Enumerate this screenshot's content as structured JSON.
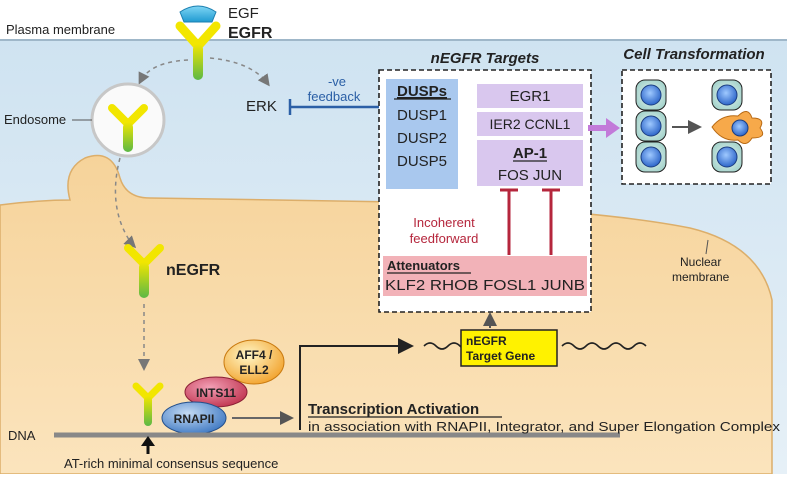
{
  "labels": {
    "plasma_membrane": "Plasma membrane",
    "egf": "EGF",
    "egfr": "EGFR",
    "endosome": "Endosome",
    "erk": "ERK",
    "neg_feedback_1": "-ve",
    "neg_feedback_2": "feedback",
    "negfr": "nEGFR",
    "nuclear_membrane_1": "Nuclear",
    "nuclear_membrane_2": "membrane",
    "dna": "DNA",
    "at_rich": "AT-rich minimal consensus sequence"
  },
  "targets_panel": {
    "title": "nEGFR Targets",
    "dusps": {
      "header": "DUSPs",
      "items": [
        "DUSP1",
        "DUSP2",
        "DUSP5"
      ]
    },
    "egr1": "EGR1",
    "ier2_ccnl1": "IER2 CCNL1",
    "ap1": {
      "header": "AP-1",
      "genes": "FOS JUN"
    },
    "incoherent_1": "Incoherent",
    "incoherent_2": "feedforward",
    "attenuators": {
      "header": "Attenuators",
      "genes": "KLF2 RHOB FOSL1 JUNB"
    }
  },
  "cell_transformation": {
    "title": "Cell Transformation"
  },
  "target_gene": {
    "line1": "nEGFR",
    "line2": "Target Gene"
  },
  "complexes": {
    "aff4_1": "AFF4 /",
    "aff4_2": "ELL2",
    "ints11": "INTS11",
    "rnapii": "RNAPII"
  },
  "transcription": {
    "title": "Transcription Activation",
    "subtitle": "in association with RNAPII, Integrator, and Super Elongation Complex"
  },
  "colors": {
    "cytoplasm": "#dcebf5",
    "nucleus": "#f8d9a3",
    "dusp_box": "#a9c8ee",
    "target_box": "#d9c7ee",
    "attenuator_box": "#f2b2b8",
    "inhibit_red": "#b5263c",
    "inhibit_blue": "#2b5fa6",
    "egfr_yellow": "#f2e600",
    "egfr_green": "#5cb846",
    "egf_blue": "#3fb6e6",
    "gene_yellow": "#fff200",
    "arrow_purple": "#c27ad9"
  }
}
